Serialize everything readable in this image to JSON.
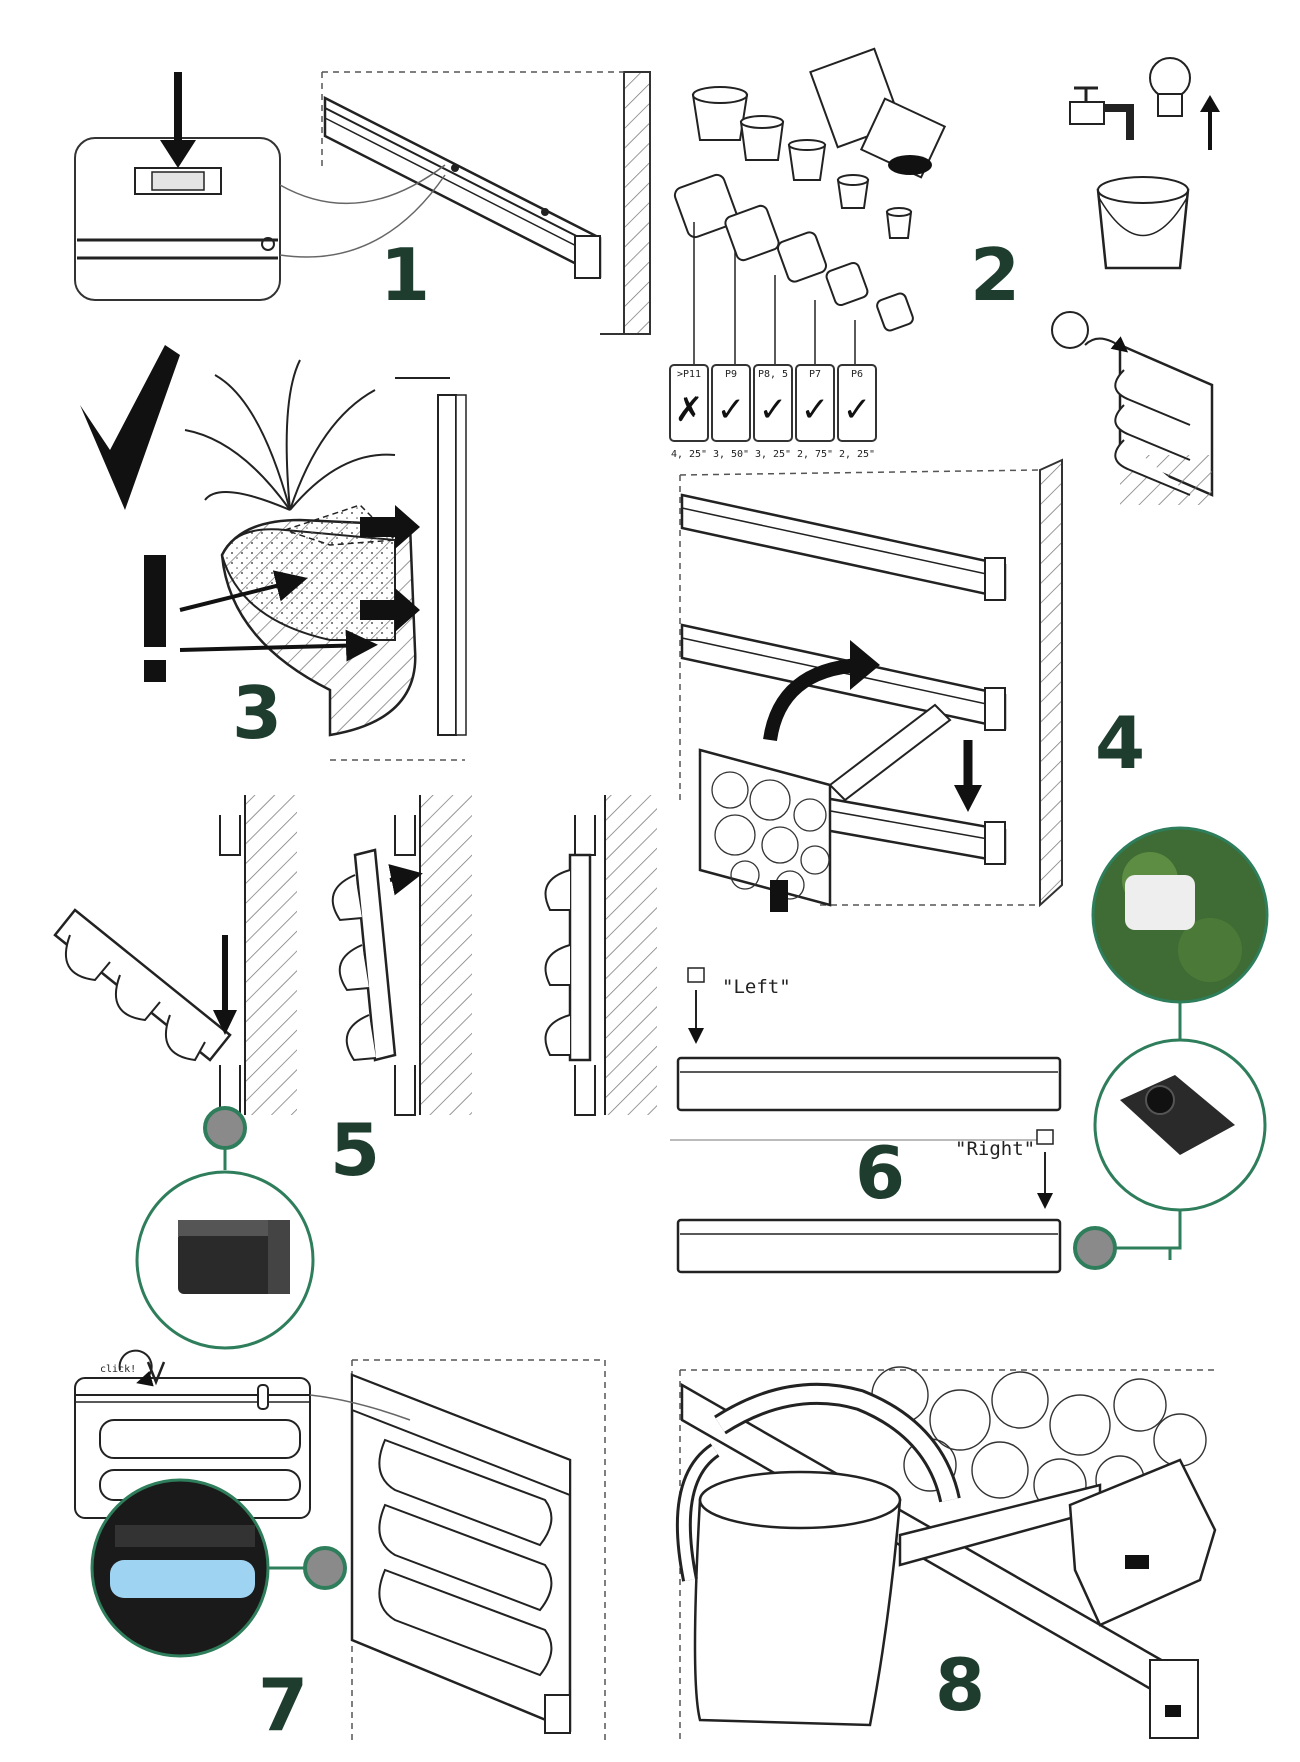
{
  "steps": {
    "s1": "1",
    "s2": "2",
    "s3": "3",
    "s4": "4",
    "s5": "5",
    "s6": "6",
    "s7": "7",
    "s8": "8"
  },
  "pot_sizes": [
    {
      "code": ">P11",
      "size": "4, 25\"",
      "mark": "✗"
    },
    {
      "code": "P9",
      "size": "3, 50\"",
      "mark": "✓"
    },
    {
      "code": "P8, 5",
      "size": "3, 25\"",
      "mark": "✓"
    },
    {
      "code": "P7",
      "size": "2, 75\"",
      "mark": "✓"
    },
    {
      "code": "P6",
      "size": "2, 25\"",
      "mark": "✓"
    }
  ],
  "labels": {
    "left": "\"Left\"",
    "right": "\"Right\"",
    "click": "click!"
  },
  "colors": {
    "step_number": "#1e3d2f",
    "callout_ring": "#2e7d5b",
    "callout_dot": "#8a8a8a"
  }
}
